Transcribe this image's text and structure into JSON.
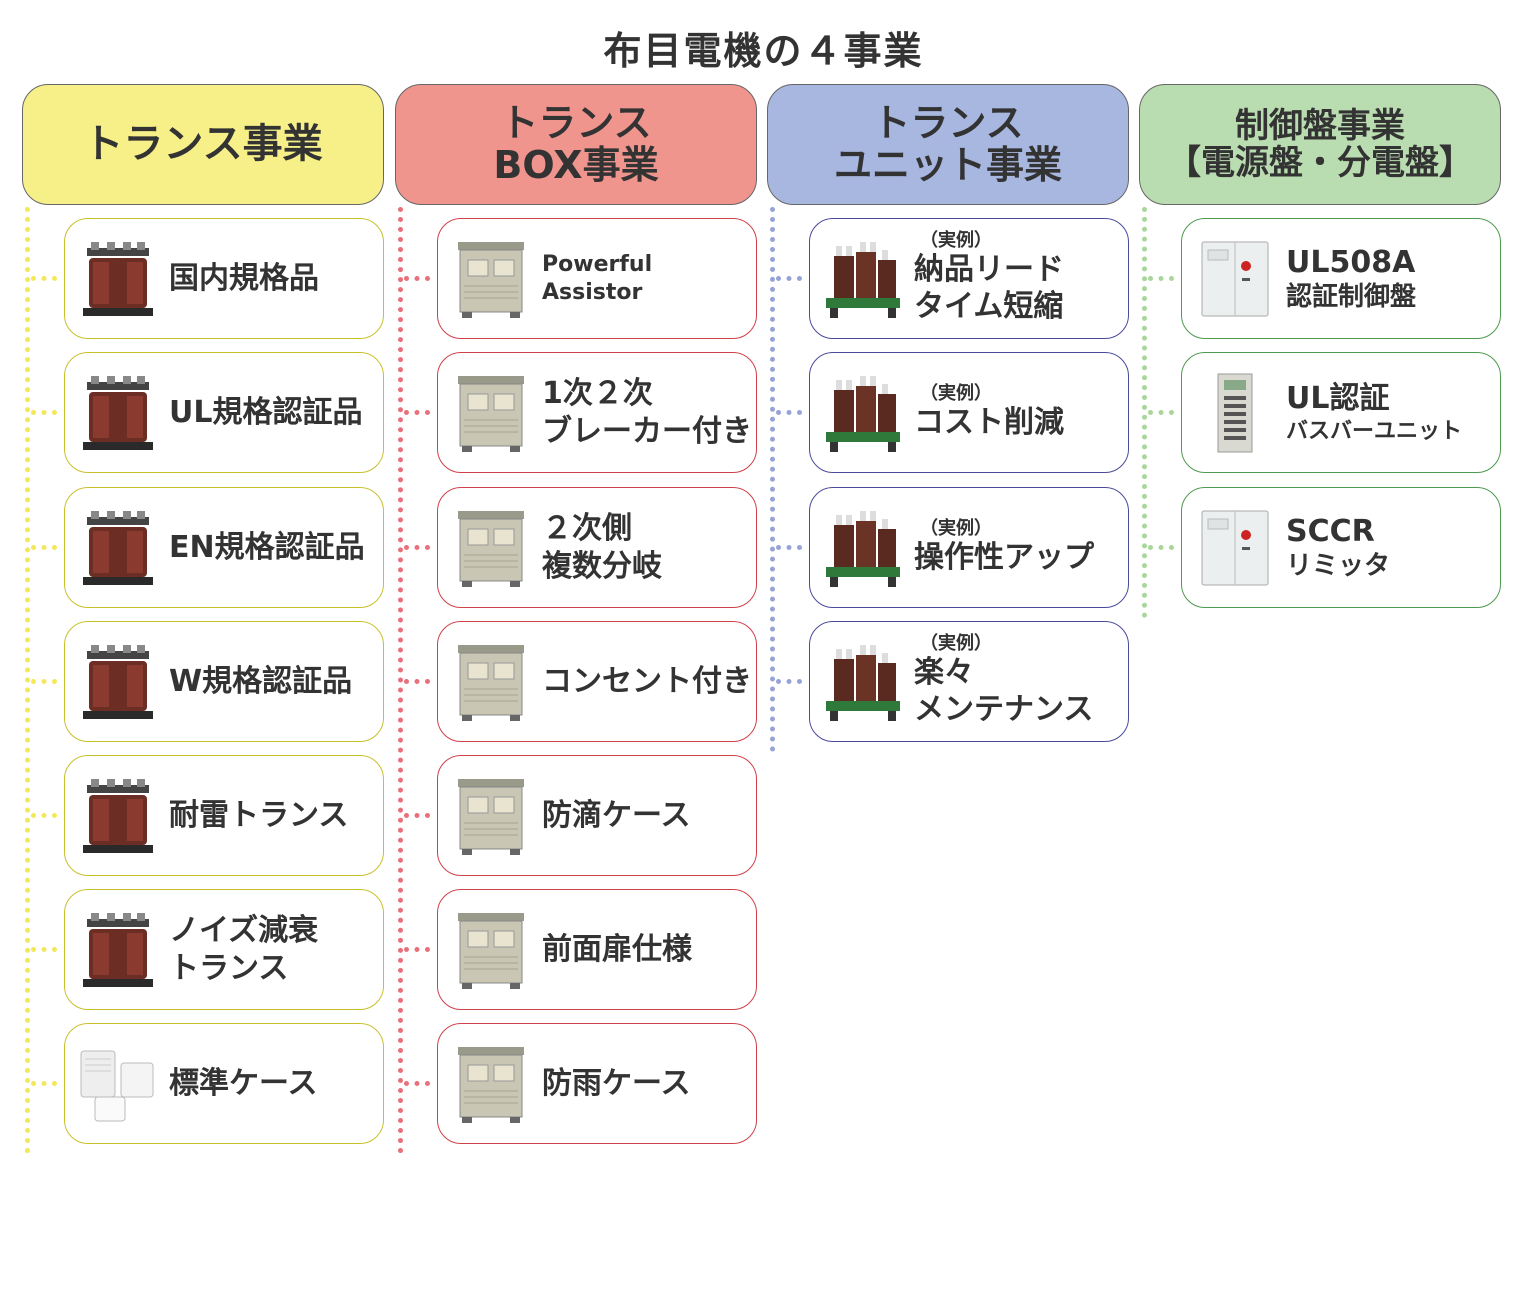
{
  "page_title": "布目電機の４事業",
  "colors": {
    "yellow": "#f7f088",
    "red": "#f0958e",
    "blue": "#a7b7e0",
    "green": "#b9ddb0"
  },
  "columns": [
    {
      "id": "transformer",
      "header_lines": [
        "トランス事業"
      ],
      "header_color": "#f7f088",
      "border_color": "#c9c02a",
      "dot_color": "#f2e85a",
      "items": [
        {
          "lines": [
            "国内規格品"
          ],
          "icon": "transformer-icon"
        },
        {
          "lines": [
            "UL規格認証品"
          ],
          "icon": "transformer-icon"
        },
        {
          "lines": [
            "EN規格認証品"
          ],
          "icon": "transformer-icon"
        },
        {
          "lines": [
            "W規格認証品"
          ],
          "icon": "transformer-icon"
        },
        {
          "lines": [
            "耐雷トランス"
          ],
          "icon": "transformer-icon"
        },
        {
          "lines": [
            "ノイズ減衰",
            "トランス"
          ],
          "icon": "transformer-icon"
        },
        {
          "lines": [
            "標準ケース"
          ],
          "icon": "case-icon"
        }
      ]
    },
    {
      "id": "transformer-box",
      "header_lines": [
        "トランス",
        "BOX事業"
      ],
      "header_color": "#f0958e",
      "border_color": "#d0404a",
      "dot_color": "#e9707a",
      "items": [
        {
          "lines": [
            "Powerful",
            "Assistor"
          ],
          "icon": "enclosure-icon"
        },
        {
          "lines": [
            "1次２次",
            "ブレーカー付き"
          ],
          "icon": "enclosure-icon"
        },
        {
          "lines": [
            "２次側",
            "複数分岐"
          ],
          "icon": "enclosure-icon"
        },
        {
          "lines": [
            "コンセント付き"
          ],
          "icon": "enclosure-icon"
        },
        {
          "lines": [
            "防滴ケース"
          ],
          "icon": "enclosure-icon"
        },
        {
          "lines": [
            "前面扉仕様"
          ],
          "icon": "enclosure-icon"
        },
        {
          "lines": [
            "防雨ケース"
          ],
          "icon": "enclosure-icon"
        }
      ]
    },
    {
      "id": "transformer-unit",
      "header_lines": [
        "トランス",
        "ユニット事業"
      ],
      "header_color": "#a7b7e0",
      "border_color": "#4a4a9a",
      "dot_color": "#97a3d6",
      "items": [
        {
          "note": "（実例）",
          "lines": [
            "納品リード",
            "タイム短縮"
          ],
          "icon": "unit-icon"
        },
        {
          "note": "（実例）",
          "lines": [
            "コスト削減"
          ],
          "icon": "unit-icon"
        },
        {
          "note": "（実例）",
          "lines": [
            "操作性アップ"
          ],
          "icon": "unit-icon"
        },
        {
          "note": "（実例）",
          "lines": [
            "楽々",
            "メンテナンス"
          ],
          "icon": "unit-icon"
        }
      ]
    },
    {
      "id": "control-panel",
      "header_lines": [
        "制御盤事業",
        "【電源盤・分電盤】"
      ],
      "header_color": "#b9ddb0",
      "border_color": "#4e9a4e",
      "dot_color": "#a8d69b",
      "items": [
        {
          "lines": [
            "UL508A",
            "認証制御盤"
          ],
          "icon": "cabinet-icon"
        },
        {
          "lines": [
            "UL認証",
            "バスバーユニット"
          ],
          "icon": "busbar-icon"
        },
        {
          "lines": [
            "SCCR",
            "リミッタ"
          ],
          "icon": "cabinet-icon"
        }
      ]
    }
  ]
}
